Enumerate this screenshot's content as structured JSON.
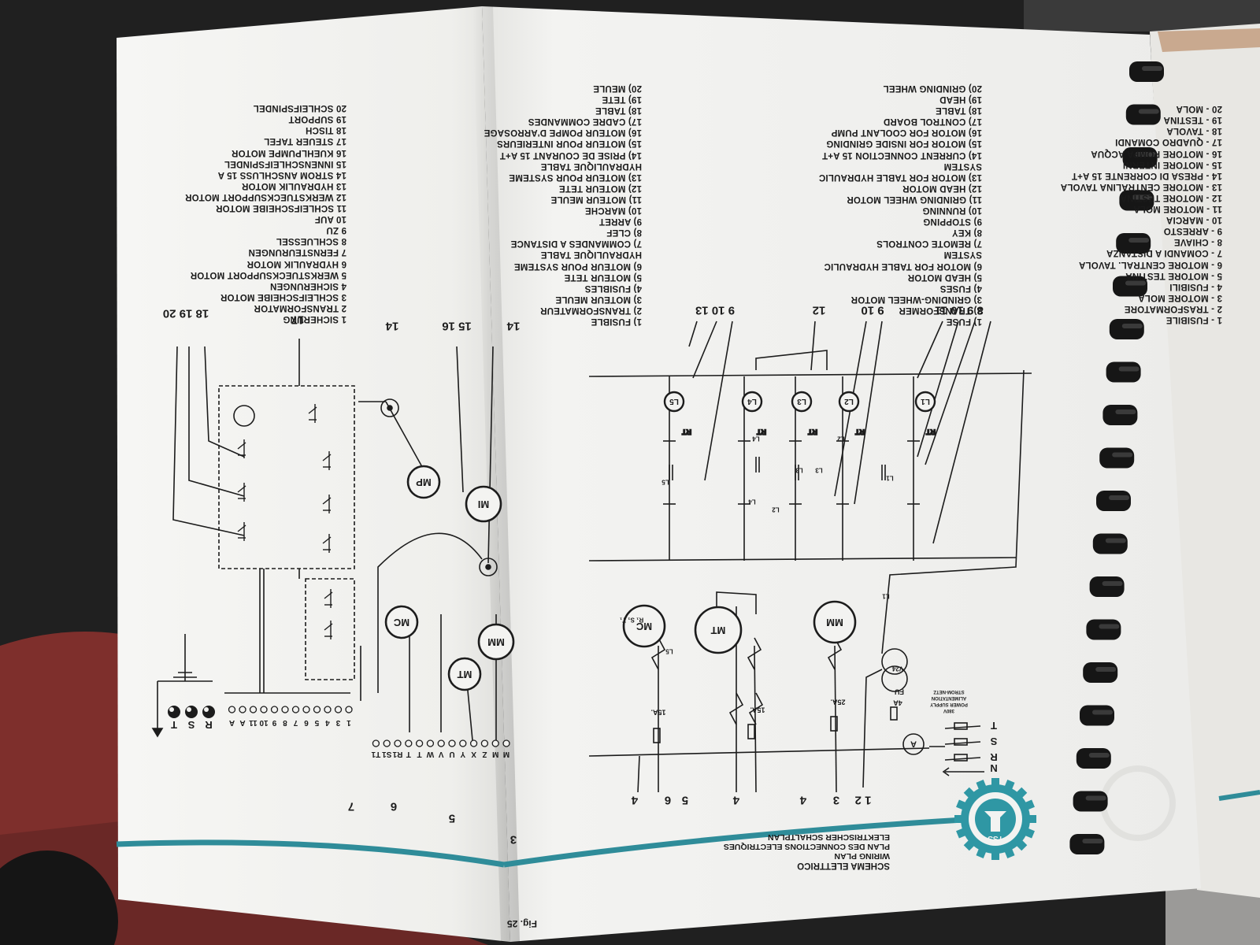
{
  "titles": {
    "fig": "Fig. 25",
    "lines": [
      "SCHEMA ELETTRICO",
      "WIRING PLAN",
      "PLAN DES CONNECTIONS ELECTRIQUES",
      "ELEKTRISCHER SCHALTPLAN"
    ]
  },
  "legend_it": [
    "1 - FUSIBILE",
    "2 - TRASFORMATORE",
    "3 - MOTORE MOLA",
    "4 - FUSIBILI",
    "5 - MOTORE TESTINA",
    "6 - MOTORE CENTRAL. TAVOLA",
    "7 - COMANDI A DISTANZA",
    "8 - CHIAVE",
    "9 - ARRESTO",
    "10 - MARCIA",
    "11 - MOTORE MOLA",
    "12 - MOTORE TESTINA",
    "13 - MOTORE CENTRALINA TAVOLA",
    "14 - PRESA DI CORRENTE 15 A+T",
    "15 - MOTORE INTERNI",
    "16 - MOTORE POMPA ACQUA",
    "17 - QUADRO COMANDI",
    "18 - TAVOLA",
    "19 - TESTINA",
    "20 - MOLA"
  ],
  "legend_en": [
    "1) FUSE",
    "2) TRANSFORMER",
    "3) GRINDING-WHEEL MOTOR",
    "4) FUSES",
    "5) HEAD MOTOR",
    "6) MOTOR FOR TABLE HYDRAULIC",
    "SYSTEM",
    "7) REMOTE CONTROLS",
    "8) KEY",
    "9) STOPPING",
    "10) RUNNING",
    "11) GRINDING WHEEL MOTOR",
    "12) HEAD MOTOR",
    "13) MOTOR FOR TABLE HYDRAULIC",
    "SYSTEM",
    "14) CURRENT CONNECTION 15 A+T",
    "15) MOTOR FOR INSIDE GRINDING",
    "16) MOTOR FOR COOLANT PUMP",
    "17) CONTROL BOARD",
    "18) TABLE",
    "19) HEAD",
    "20) GRINDING WHEEL"
  ],
  "legend_fr": [
    "1) FUSIBLE",
    "2) TRANSFORMATEUR",
    "3) MOTEUR MEULE",
    "4) FUSIBLES",
    "5) MOTEUR TETE",
    "6) MOTEUR POUR SYSTEME",
    "HYDRAULIQUE TABLE",
    "7) COMMANDES A DISTANCE",
    "8) CLEF",
    "9) ARRET",
    "10) MARCHE",
    "11) MOTEUR MEULE",
    "12) MOTEUR TETE",
    "13) MOTEUR POUR SYSTEME",
    "HYDRAULIQUE TABLE",
    "14) PRISE DE COURANT 15 A+T",
    "15) MOTEUR POUR INTERIEURS",
    "16) MOTEUR POMPE D'ARROSAGE",
    "17) CADRE COMMANDES",
    "18) TABLE",
    "19) TETE",
    "20) MEULE"
  ],
  "legend_de": [
    "1 SICHERUNG",
    "2 TRANSFORMATOR",
    "3 SCHLEIFSCHEIBE MOTOR",
    "4 SICHERUNGEN",
    "5 WERKSTUECKSUPPORT MOTOR",
    "6 HYDRAULIK MOTOR",
    "7 FERNSTEURUNGEN",
    "8 SCHLUESSEL",
    "9 ZU",
    "10 AUF",
    "11 SCHLEIFSCHEIBE MOTOR",
    "12 WERKSTUECKSUPPORT MOTOR",
    "13 HYDRAULIK MOTOR",
    "14 STROM ANSCHLUSS 15 A",
    "15 INNENSCHLEIFSPINDEL",
    "16 KUEHLPUMPE MOTOR",
    "17 STEUER TAFEL",
    "18 TISCH",
    "19 SUPPORT",
    "20 SCHLEIFSPINDEL"
  ],
  "diagram": {
    "ref_top": [
      "8 9 10 11",
      "9 10",
      "12",
      "9 10 13"
    ],
    "ref_right": [
      "14",
      "15 16",
      "14",
      "17",
      "18 19 20"
    ],
    "ref_bottom": [
      "1 2",
      "3",
      "4",
      "4",
      "5",
      "6",
      "4"
    ],
    "ref_bottom_right": [
      "3",
      "5",
      "6",
      "7"
    ],
    "lamps": [
      "L1",
      "L2",
      "L3",
      "L4",
      "L5"
    ],
    "motors_main": [
      "MM",
      "MT",
      "MC"
    ],
    "motors_side": [
      "MM",
      "MT",
      "MC",
      "MI",
      "MP"
    ],
    "fuses": [
      "25A.",
      "15A.",
      "15A."
    ],
    "fuse_small": "4A",
    "fu_label": "FU",
    "transformer": "V24",
    "ammeter": "A",
    "supply": [
      "N",
      "R",
      "S",
      "T"
    ],
    "supply_note": [
      "380V",
      "POWER SUPPLY",
      "ALIMENTATION",
      "STROM-NETZ"
    ],
    "terminals_1": [
      "1",
      "3",
      "4",
      "5",
      "6",
      "7",
      "8",
      "9",
      "10",
      "11",
      "A",
      "A"
    ],
    "terminals_2": [
      "M",
      "M",
      "Z",
      "X",
      "Y",
      "U",
      "V",
      "W",
      "T",
      "T",
      "R1",
      "S1",
      "T1"
    ],
    "rst": [
      "R",
      "S",
      "T"
    ],
    "contacts": [
      "RT",
      "RT",
      "RT",
      "RT",
      "RT"
    ],
    "relays": [
      "L1",
      "L2",
      "L3",
      "L4",
      "L5",
      "L1",
      "L2",
      "L3",
      "L4",
      "L5"
    ],
    "rst_out": "R₁ S₁ T₁"
  },
  "logo": {
    "text": "TSS"
  }
}
